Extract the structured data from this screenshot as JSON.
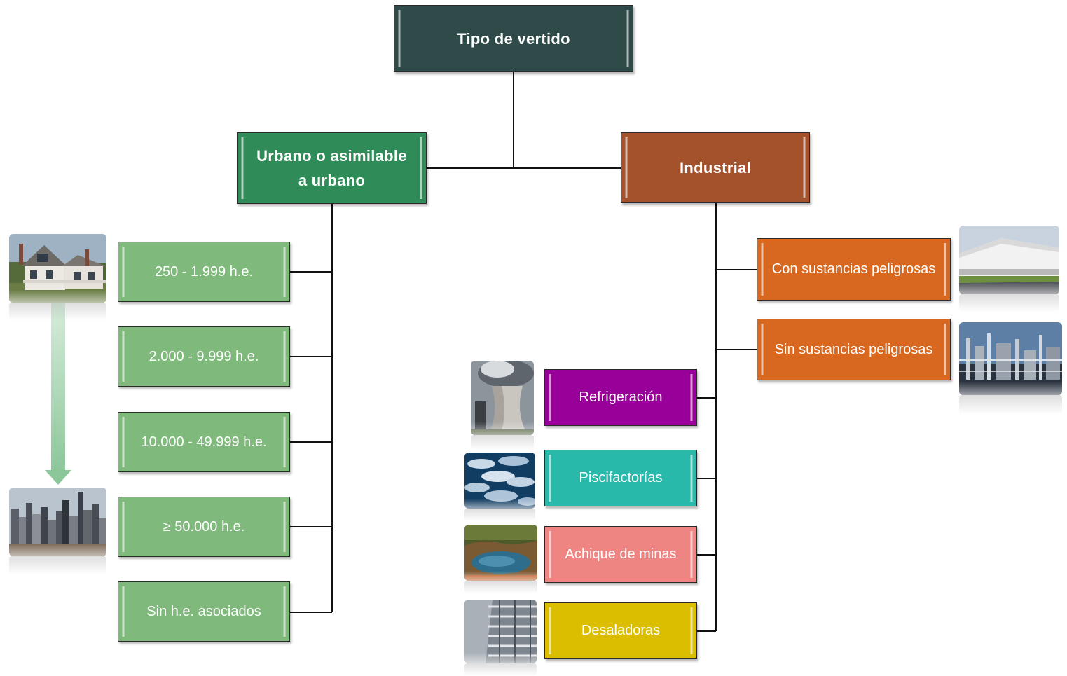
{
  "root": {
    "label": "Tipo  de vertido"
  },
  "urban": {
    "label_line1": "Urbano o asimilable",
    "label_line2": "a urbano",
    "items": [
      {
        "label": "250 - 1.999 h.e."
      },
      {
        "label": "2.000 - 9.999 h.e."
      },
      {
        "label": "10.000 - 49.999 h.e."
      },
      {
        "label": "≥ 50.000 h.e."
      },
      {
        "label": "Sin h.e. asociados"
      }
    ]
  },
  "industrial": {
    "label": "Industrial",
    "groups": [
      {
        "label": "Con sustancias peligrosas"
      },
      {
        "label": "Sin sustancias peligrosas"
      }
    ],
    "sectors": [
      {
        "label": "Refrigeración"
      },
      {
        "label": "Piscifactorías"
      },
      {
        "label": "Achique de minas"
      },
      {
        "label": "Desaladoras"
      }
    ]
  },
  "colors": {
    "root": "#2e4b49",
    "urban": "#2f8c59",
    "urban_items": "#7fba7c",
    "industrial": "#a4522c",
    "industrial_groups": "#d8681f",
    "refrigeracion": "#990099",
    "piscifactorias": "#29b9aa",
    "achique": "#ef8583",
    "desaladoras": "#dcbe00",
    "arrow": "#a6d3ae"
  },
  "icons": [
    "house-photo",
    "city-photo",
    "warehouse-photo",
    "refinery-photo",
    "cooling-tower-photo",
    "fish-photo",
    "mine-lake-photo",
    "desalination-plant-photo",
    "down-arrow-icon"
  ]
}
